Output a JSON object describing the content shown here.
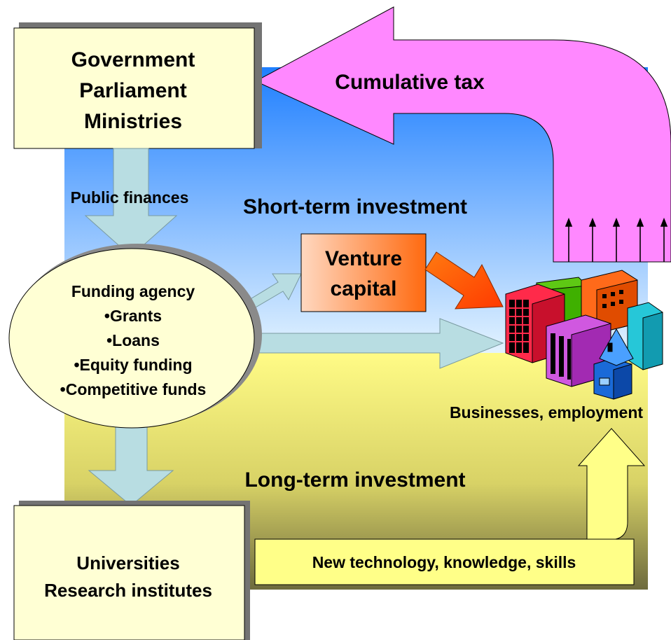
{
  "government": {
    "line1": "Government",
    "line2": "Parliament",
    "line3": "Ministries"
  },
  "cumulative_tax": "Cumulative tax",
  "public_finances": "Public finances",
  "short_term": "Short-term investment",
  "venture": {
    "line1": "Venture",
    "line2": "capital"
  },
  "funding": {
    "title": "Funding agency",
    "items": [
      "•Grants",
      "•Loans",
      "•Equity funding",
      "•Competitive funds"
    ]
  },
  "businesses": "Businesses, employment",
  "long_term": "Long-term investment",
  "new_tech": "New technology, knowledge, skills",
  "universities": {
    "line1": "Universities",
    "line2": "Research institutes"
  },
  "colors": {
    "sky_top": "#1f7fff",
    "sky_bottom": "#e3f3ff",
    "ground_top": "#fffb86",
    "ground_bottom": "#6e6b3e",
    "box_fill": "#ffffd4",
    "tax_arrow": "#ff88ff",
    "flow_arrow": "#b8dde2",
    "venture_arrow": "#ff5a0a",
    "up_arrow": "#ffff88"
  }
}
